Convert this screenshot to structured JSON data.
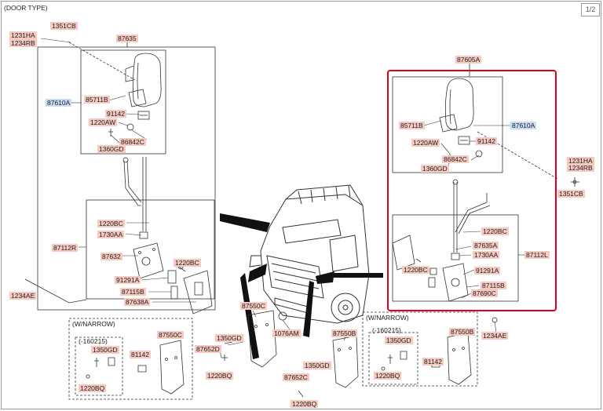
{
  "title": "(DOOR TYPE)",
  "page_indicator": "1/2",
  "colors": {
    "label_bg": "#f6c9c1",
    "label_blue_bg": "#c9dcf5",
    "highlight": "#e0001b",
    "line": "#333333"
  },
  "left_assembly": {
    "assembly_no": "87635",
    "labels": {
      "p1231ha": "1231HA",
      "p1234rb": "1234RB",
      "p1351cb": "1351CB",
      "p87610a": "87610A",
      "p85711b": "85711B",
      "p91142": "91142",
      "p1220aw": "1220AW",
      "p86842c": "86842C",
      "p1360gd": "1360GD",
      "p1220bc_a": "1220BC",
      "p1730aa": "1730AA",
      "p87112r": "87112R",
      "p87632": "87632",
      "p1220bc_b": "1220BC",
      "p91291a": "91291A",
      "p87115b": "87115B",
      "p87638a": "87638A",
      "p1234ae": "1234AE"
    }
  },
  "right_assembly": {
    "assembly_no": "87605A",
    "labels": {
      "p85711b": "85711B",
      "p87610a": "87610A",
      "p1220aw": "1220AW",
      "p91142": "91142",
      "p86842c": "86842C",
      "p1360gd": "1360GD",
      "p1231ha": "1231HA",
      "p1234rb": "1234RB",
      "p1351cb": "1351CB",
      "p1220bc_a": "1220BC",
      "p87635a": "87635A",
      "p1730aa": "1730AA",
      "p87112l": "87112L",
      "p1220bc_b": "1220BC",
      "p91291a": "91291A",
      "p87115b": "87115B",
      "p87690c": "87690C",
      "p1234ae": "1234AE"
    }
  },
  "bottom_center": {
    "p87550c": "87550C",
    "p1350gd": "1350GD",
    "p1076am": "1076AM",
    "p87652d": "87652D",
    "p1220bq": "1220BQ",
    "p87550b": "87550B",
    "p1350gd_b": "1350GD",
    "p87652c": "87652C",
    "p1220bq_b": "1220BQ"
  },
  "narrow_left": {
    "heading": "(W/NARROW)",
    "sub": "(-160215)",
    "p1350gd": "1350GD",
    "p81142": "81142",
    "p87550c": "87550C",
    "p1220bq": "1220BQ"
  },
  "narrow_right": {
    "heading": "(W/NARROW)",
    "sub": "(-160215)",
    "p1350gd": "1350GD",
    "p81142": "81142",
    "p87550b": "87550B",
    "p1220bq": "1220BQ"
  }
}
